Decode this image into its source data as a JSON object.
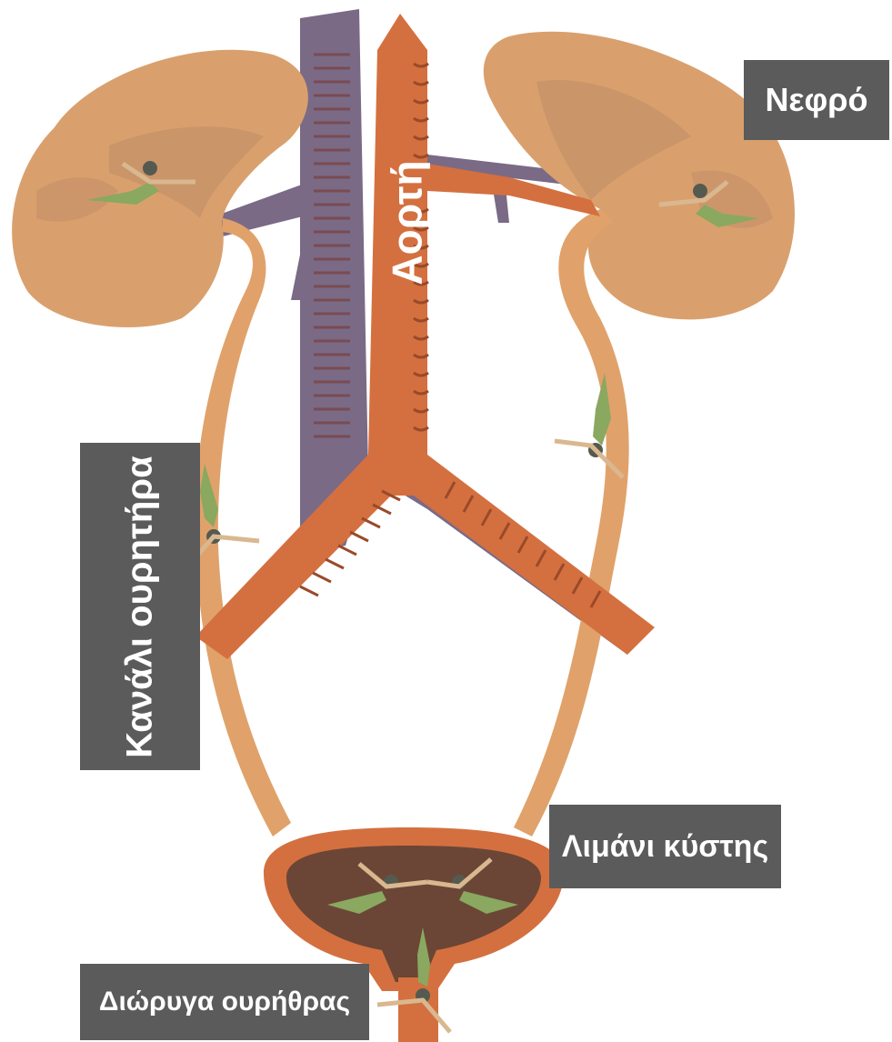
{
  "labels": {
    "kidney": "Νεφρό",
    "aorta": "Αορτή",
    "ureter": "Κανάλι ουρητήρα",
    "bladder": "Λιμάνι κύστης",
    "urethra": "Διώρυγα ουρήθρας"
  },
  "colors": {
    "kidney": "#d9a06e",
    "kidney_dark": "#c49068",
    "artery": "#d4703f",
    "vein": "#7a6a86",
    "ureter": "#e0a26a",
    "bladder_inner": "#6b4636",
    "label_bg": "#5b5b5b",
    "swimmer_body": "#8aa860"
  },
  "icons": [
    "swimmer-icon"
  ]
}
